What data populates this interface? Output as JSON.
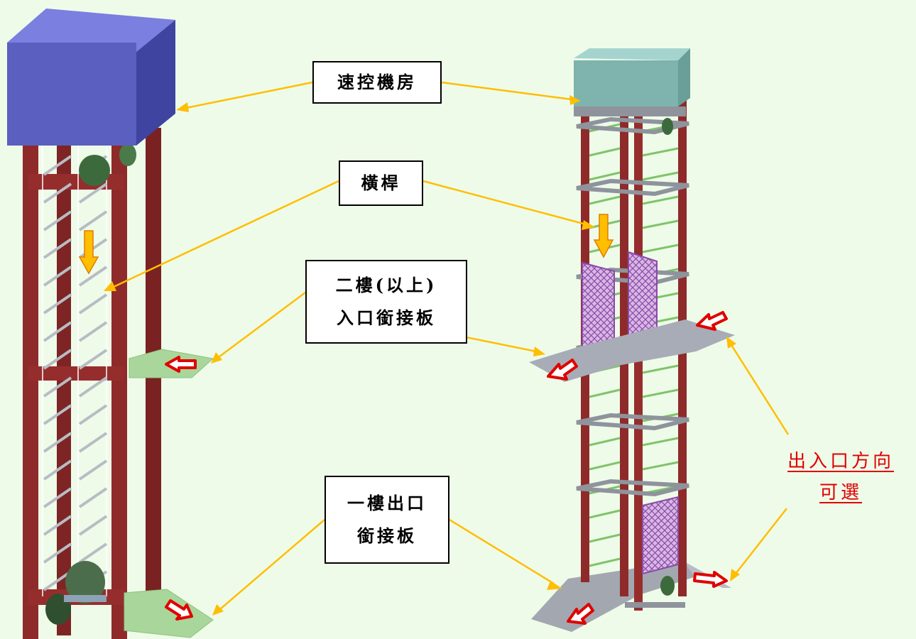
{
  "labels": {
    "machine_room": "速控機房",
    "crossbar": "橫桿",
    "upper_floor_line1": "二樓(以上)",
    "upper_floor_line2": "入口銜接板",
    "ground_floor_line1": "一樓出口",
    "ground_floor_line2": "銜接板"
  },
  "note": {
    "line1": "出入口方向",
    "line2": "可選"
  },
  "colors": {
    "background": "#eefbe9",
    "frame_red": "#8f2a2a",
    "machine_room_left": "#5a5fc0",
    "machine_room_right": "#7fb3ad",
    "leader_line": "#ffbe00",
    "direction_arrow": "#e00000",
    "landing_plate_left": "#a9d69b",
    "landing_plate_right": "#a8acb6",
    "mesh_panel": "#b07ac8",
    "rung_green": "#7fc46a",
    "note_text": "#e00000"
  }
}
